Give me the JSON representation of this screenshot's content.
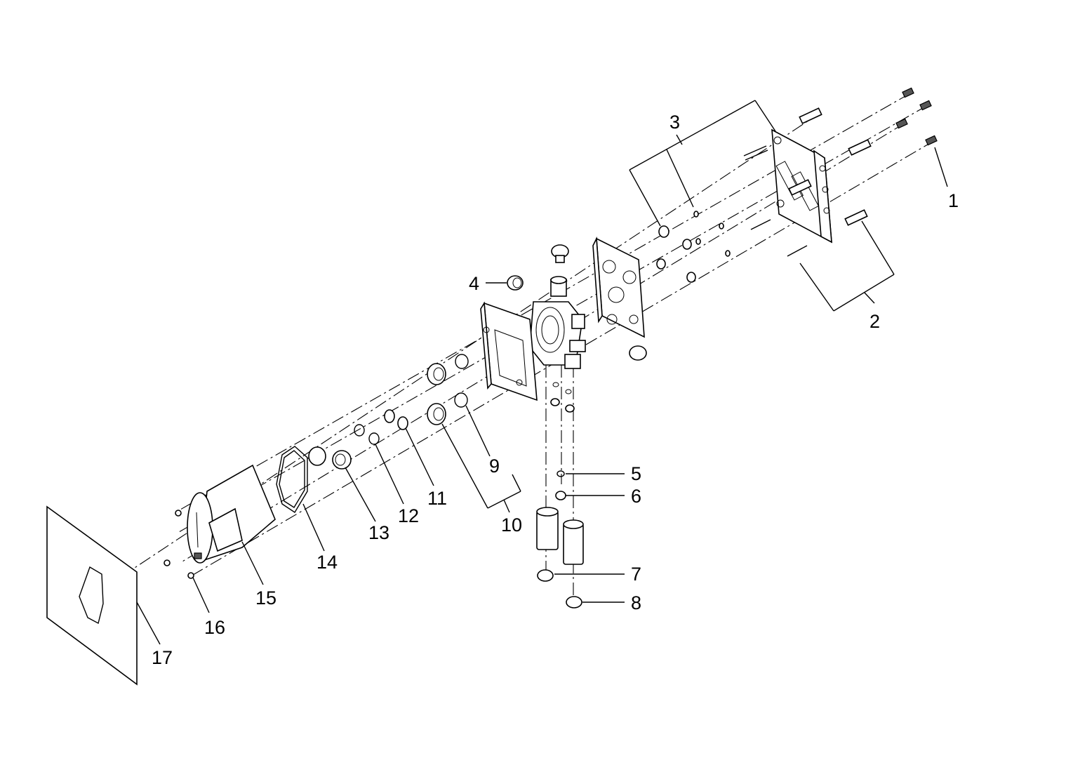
{
  "diagram": {
    "type": "exploded-parts-diagram",
    "part_numbers": [
      "1",
      "2",
      "3",
      "4",
      "5",
      "6",
      "7",
      "8",
      "9",
      "10",
      "11",
      "12",
      "13",
      "14",
      "15",
      "16",
      "17"
    ]
  }
}
